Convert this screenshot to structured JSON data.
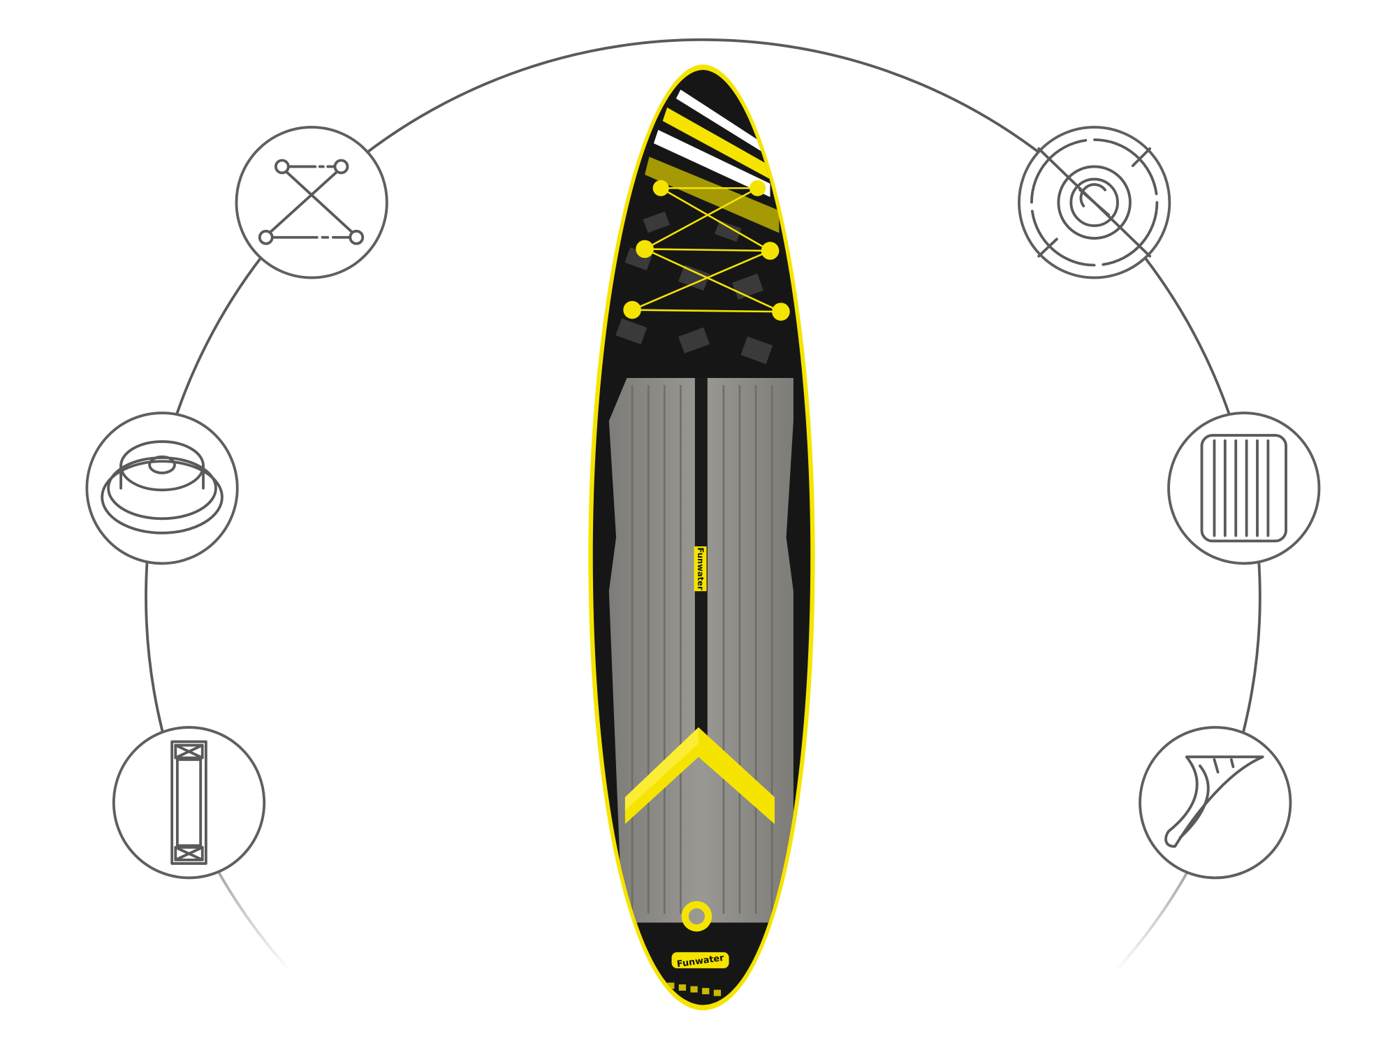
{
  "product": {
    "name": "inflatable-paddle-board",
    "brand_logo_text": "Funwater",
    "colors": {
      "accent": "#f5e400",
      "board": "#161616",
      "deck_pad": "#8c8a86",
      "line": "#5a5a5a"
    }
  },
  "features": [
    {
      "icon": "bungee-cord-icon",
      "side": "left"
    },
    {
      "icon": "valve-icon",
      "side": "left"
    },
    {
      "icon": "carry-handle-icon",
      "side": "left"
    },
    {
      "icon": "leash-ring-icon",
      "side": "right"
    },
    {
      "icon": "deck-pad-icon",
      "side": "right"
    },
    {
      "icon": "fin-icon",
      "side": "right"
    }
  ]
}
